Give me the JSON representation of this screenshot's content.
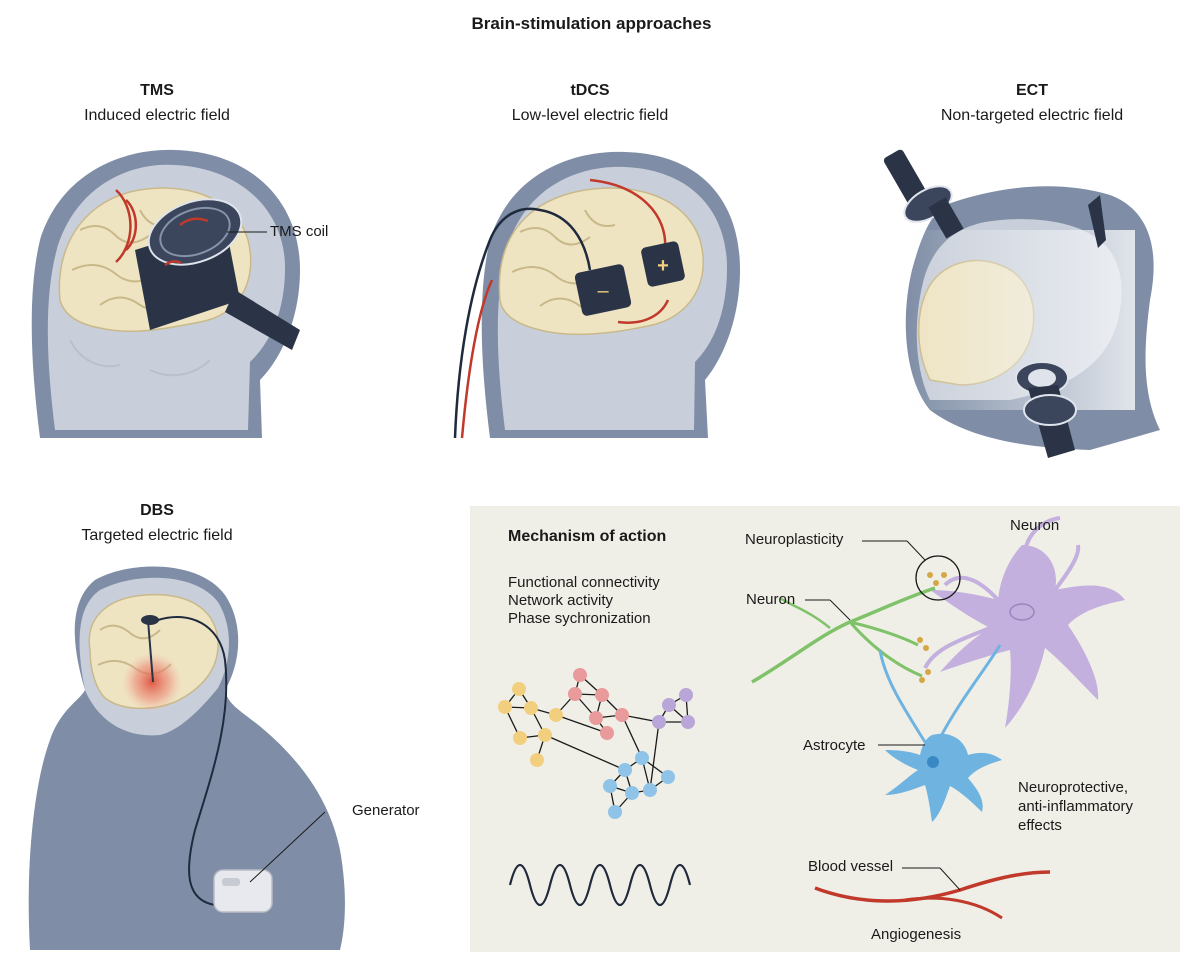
{
  "title": "Brain-stimulation approaches",
  "panels": {
    "tms": {
      "name": "TMS",
      "subtitle": "Induced electric field",
      "coil_label": "TMS coil"
    },
    "tdcs": {
      "name": "tDCS",
      "subtitle": "Low-level electric field",
      "minus": "–",
      "plus": "+"
    },
    "ect": {
      "name": "ECT",
      "subtitle": "Non-targeted electric field"
    },
    "dbs": {
      "name": "DBS",
      "subtitle": "Targeted electric field",
      "generator_label": "Generator"
    }
  },
  "mechanism": {
    "title": "Mechanism of action",
    "lines": [
      "Functional connectivity",
      "Network activity",
      "Phase sychronization"
    ],
    "labels": {
      "neuroplasticity": "Neuroplasticity",
      "neuron_top": "Neuron",
      "neuron_left": "Neuron",
      "astrocyte": "Astrocyte",
      "effects": [
        "Neuroprotective,",
        "anti-inflammatory",
        "effects"
      ],
      "blood_vessel": "Blood vessel",
      "angiogenesis": "Angiogenesis"
    }
  },
  "colors": {
    "body": "#7f8ea6",
    "brain": "#efe4c2",
    "brain_line": "#c9b98a",
    "skull": "#d8dce4",
    "device": "#2b3447",
    "red": "#c0392b",
    "panel_bg": "#f0efe7",
    "node_yellow": "#f2cf7f",
    "node_red": "#e99a9a",
    "node_purple": "#b9a6d8",
    "node_blue": "#8fc3e8",
    "neuron_purple": "#c3b0de",
    "axon_green": "#7fc26a",
    "astro_blue": "#6fb3e0"
  }
}
